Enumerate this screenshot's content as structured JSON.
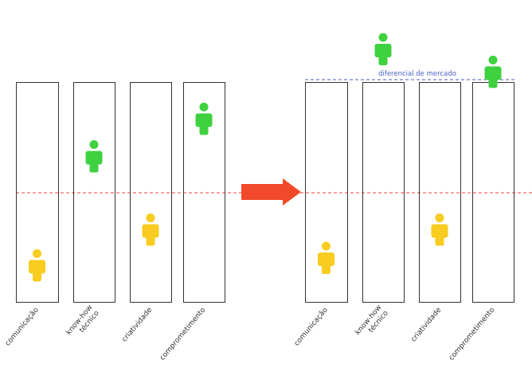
{
  "colors": {
    "box_stroke": "#333333",
    "red_dash": "#e8453c",
    "blue_dash": "#4a5fc1",
    "arrow": "#f2492a",
    "green_person": "#3fd13f",
    "yellow_person": "#f8cc20",
    "label_text": "#333333",
    "market_label": "#4a5fc1"
  },
  "left_panel": {
    "columns": [
      {
        "label": "comunicação",
        "persons": [
          {
            "color": "yellow",
            "level": 0.1
          }
        ]
      },
      {
        "label": "know-how\ntécnico",
        "persons": [
          {
            "color": "green",
            "level": 0.68
          }
        ]
      },
      {
        "label": "criatividade",
        "persons": [
          {
            "color": "yellow",
            "level": 0.29
          }
        ]
      },
      {
        "label": "comprometimento",
        "persons": [
          {
            "color": "green",
            "level": 0.88
          }
        ]
      }
    ]
  },
  "right_panel": {
    "market_label": "diferencial de mercado",
    "columns": [
      {
        "label": "comunicação",
        "persons": [
          {
            "color": "yellow",
            "level": 0.14
          }
        ]
      },
      {
        "label": "know-how\ntécnico",
        "persons": [
          {
            "color": "green",
            "level": 1.25
          }
        ]
      },
      {
        "label": "criatividade",
        "persons": [
          {
            "color": "yellow",
            "level": 0.29
          }
        ]
      },
      {
        "label": "comprometimento",
        "persons": [
          {
            "color": "green",
            "level": 1.13
          }
        ]
      }
    ]
  }
}
